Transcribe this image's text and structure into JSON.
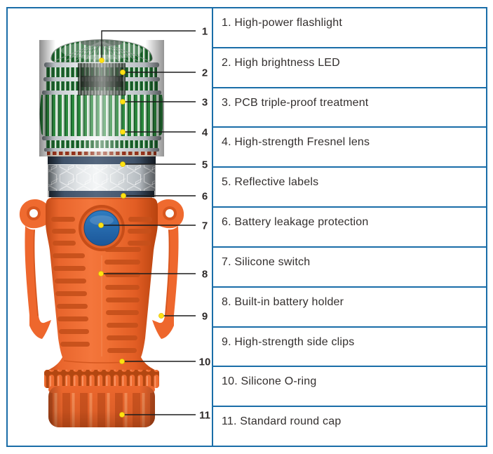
{
  "product": {
    "name": "emergency-beacon-flashlight",
    "description": "Orange hand-held beacon flashlight with green Fresnel lens dome, reflective band, blue silicone switch and side clips, annotated with numbered part callouts"
  },
  "callout_numbers": [
    "1",
    "2",
    "3",
    "4",
    "5",
    "6",
    "7",
    "8",
    "9",
    "10",
    "11"
  ],
  "features": [
    "1. High-power flashlight",
    "2. High brightness LED",
    "3. PCB triple-proof treatment",
    "4. High-strength Fresnel lens",
    "5. Reflective labels",
    "6. Battery leakage protection",
    "7. Silicone switch",
    "8. Built-in battery holder",
    "9. High-strength side clips",
    "10. Silicone O-ring",
    "11. Standard round cap"
  ],
  "colors": {
    "frame_border_blue": "#1a6da8",
    "body_orange": "#ed672d",
    "button_blue": "#2066ac",
    "lens_green": "#2c8a3e",
    "reflective_silver": "#d9dcde",
    "navy_ring": "#3d4c5f",
    "callout_dot_yellow": "#ffe212",
    "callout_line": "#1c1c1c",
    "table_text": "#332f2e"
  }
}
